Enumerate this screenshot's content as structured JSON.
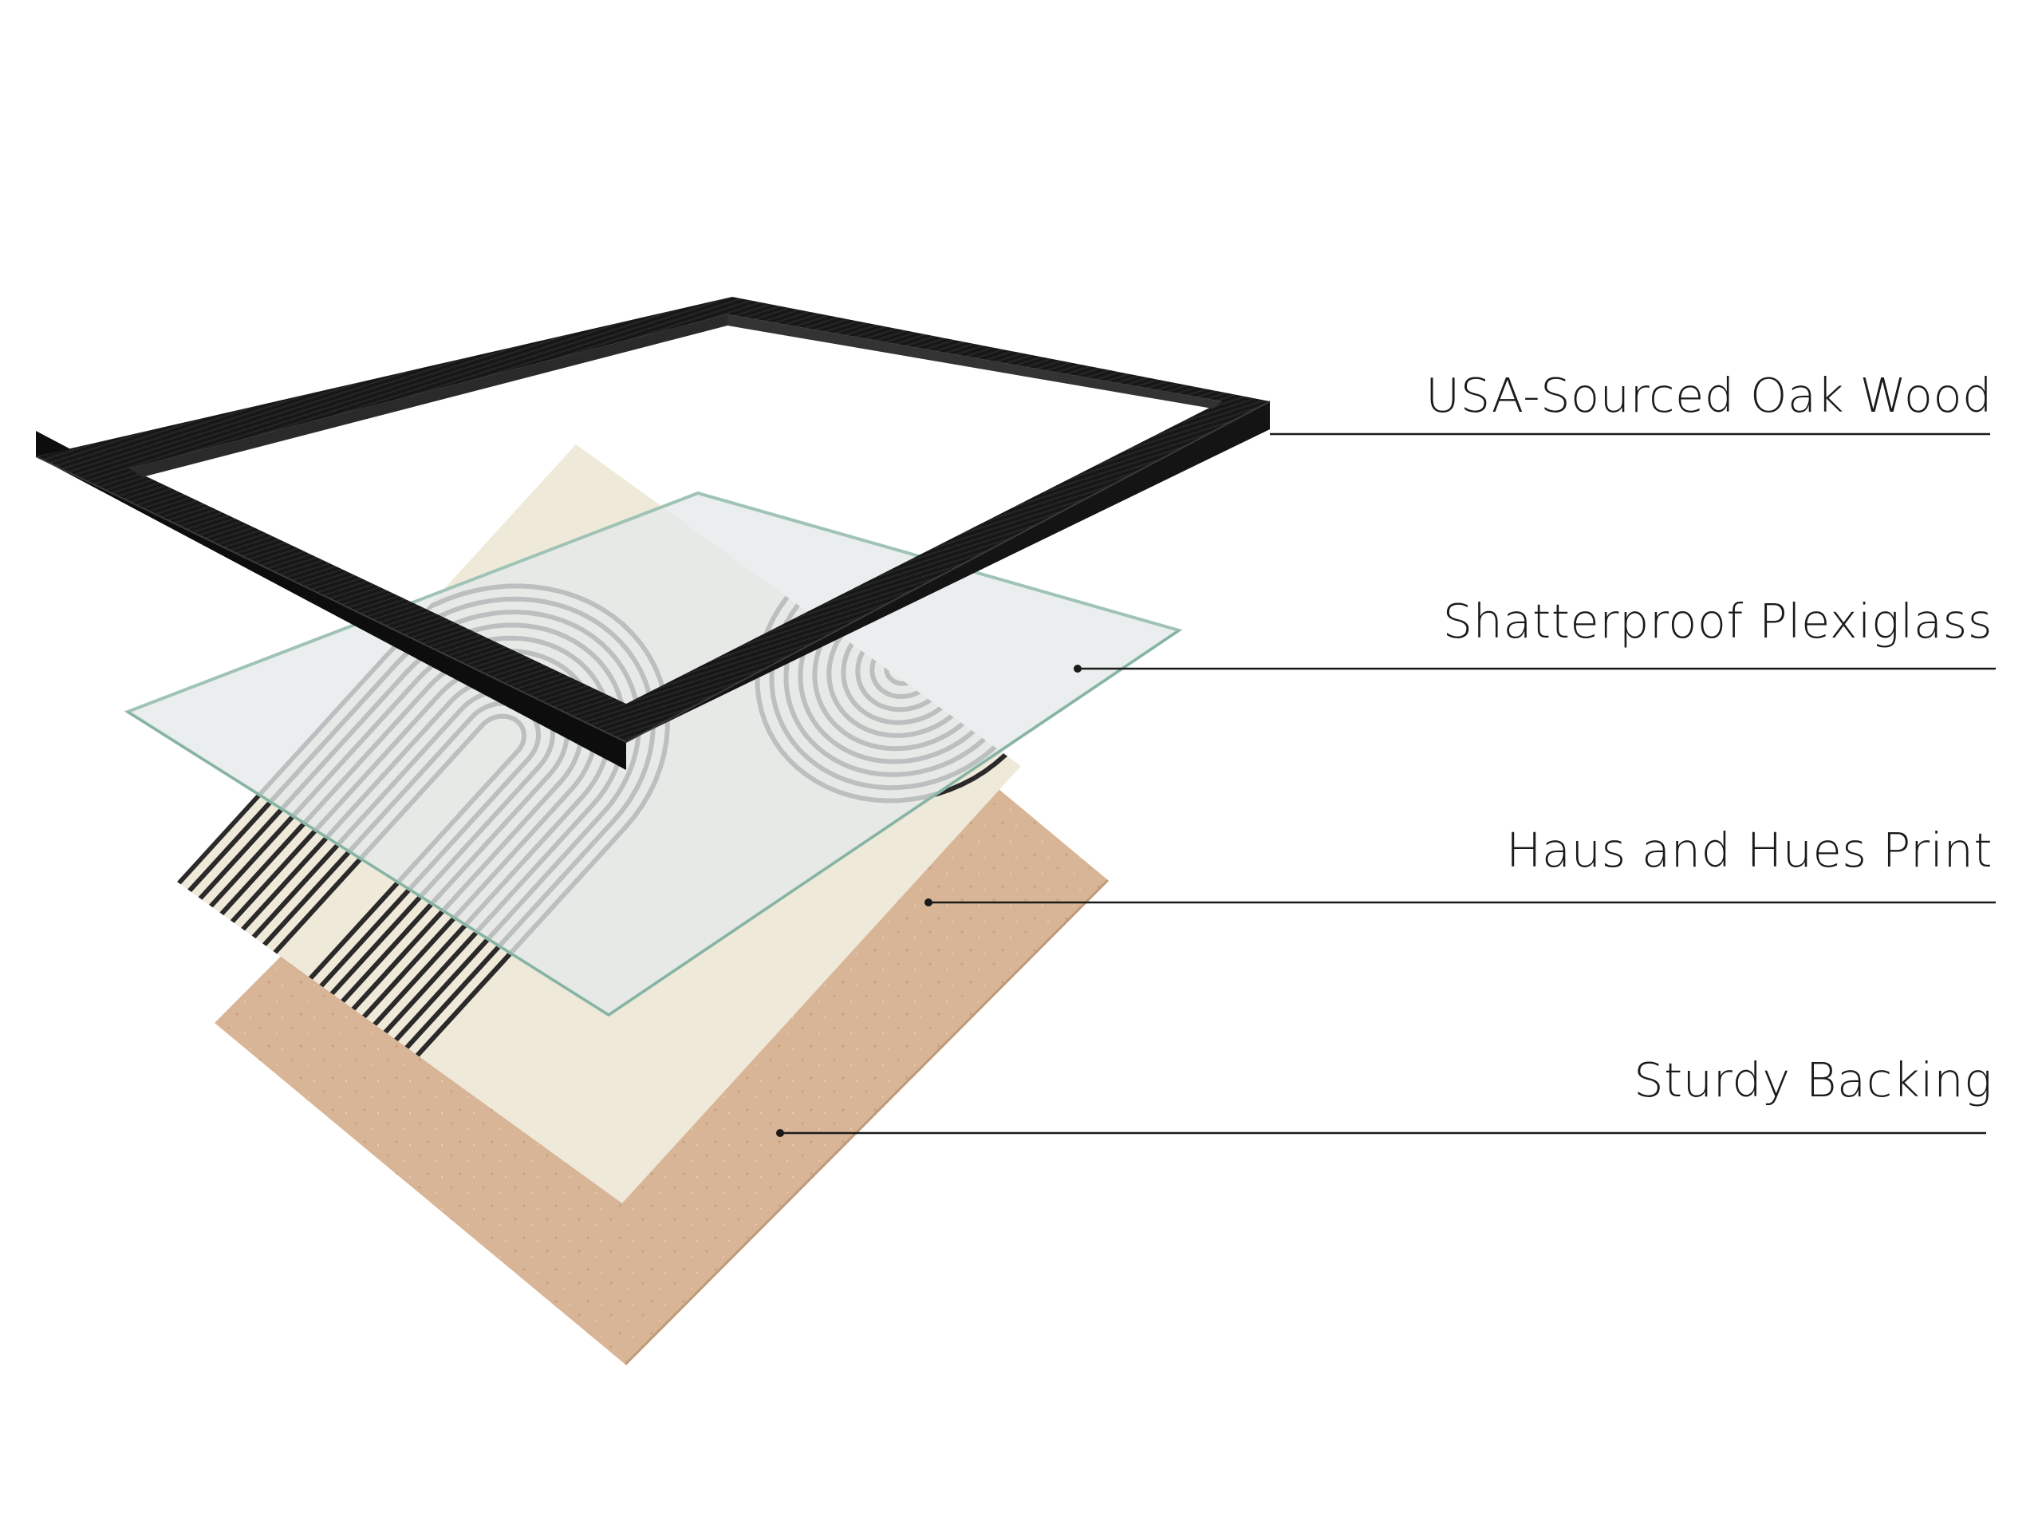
{
  "layers": [
    {
      "id": "frame",
      "label": "USA-Sourced Oak Wood"
    },
    {
      "id": "glass",
      "label": "Shatterproof Plexiglass"
    },
    {
      "id": "print",
      "label": "Haus and Hues Print"
    },
    {
      "id": "backing",
      "label": "Sturdy Backing"
    }
  ],
  "colors": {
    "frame": "#1b1b1b",
    "frame_side": "#0d0d0d",
    "glass": "#e8eceb",
    "glass_edge": "#9fc3b4",
    "print": "#efe9d9",
    "print_lines": "#2a2a2a",
    "backing": "#d8b596",
    "leader": "#1a1a1a",
    "text": "#1a1a1a"
  }
}
